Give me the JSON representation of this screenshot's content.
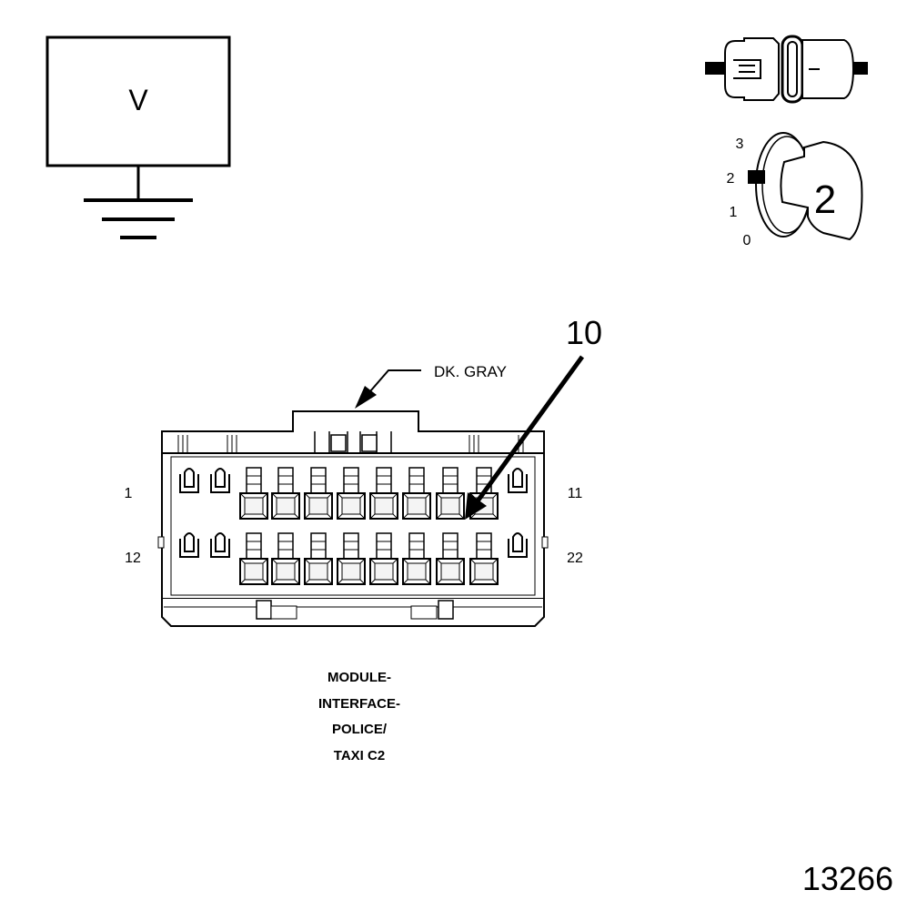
{
  "meter": {
    "label": "V"
  },
  "ignition": {
    "positions": [
      "3",
      "2",
      "1",
      "0"
    ],
    "selected": "2"
  },
  "callout": {
    "pin": "10"
  },
  "connector": {
    "color_label": "DK. GRAY",
    "pin_labels": {
      "top_left": "1",
      "top_right": "11",
      "bottom_left": "12",
      "bottom_right": "22"
    },
    "caption": [
      "MODULE-",
      "INTERFACE-",
      "POLICE/",
      "TAXI C2"
    ]
  },
  "figure_number": "13266",
  "colors": {
    "ink": "#000000",
    "paper": "#ffffff",
    "connector_fill": "#f4f4f4"
  }
}
